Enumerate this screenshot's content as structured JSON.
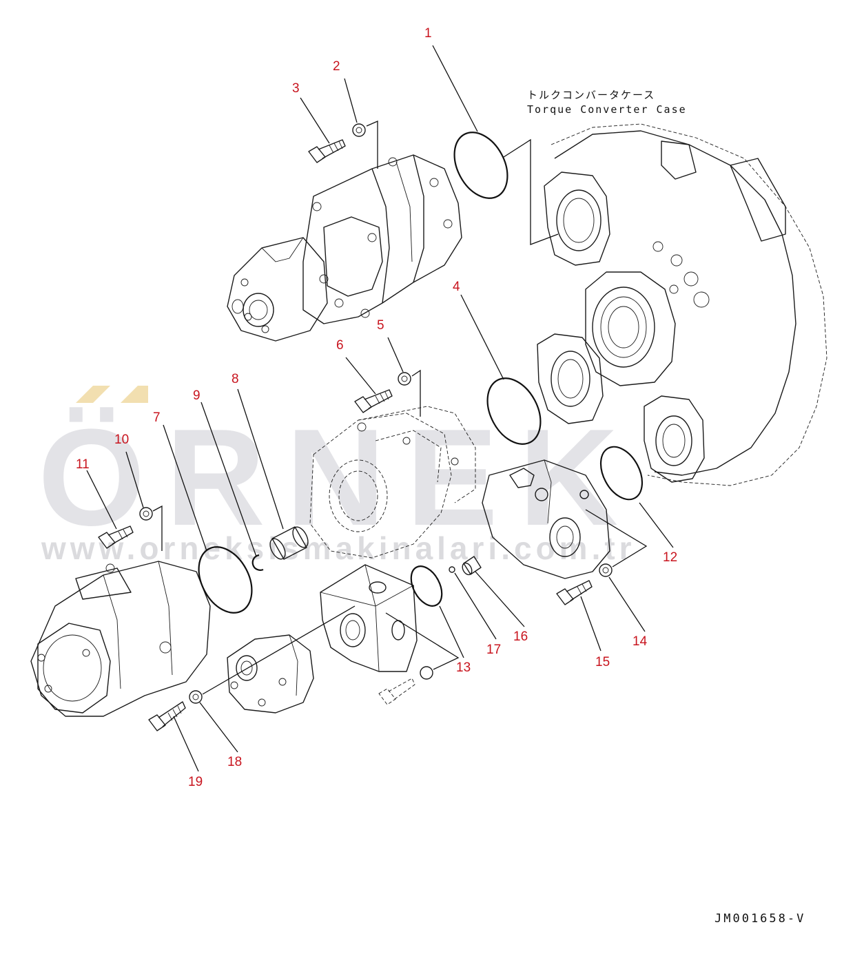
{
  "caption": {
    "japanese": "トルクコンバータケース",
    "english": "Torque Converter Case"
  },
  "document_id": "JM001658-V",
  "watermark": {
    "logo": "ÖRNEK",
    "url": "www.orneksismakinalari.com.tr"
  },
  "colors": {
    "callout": "#c8141e",
    "line": "#1a1a1a",
    "watermark": "#d2d2d8",
    "watermark_accent": "#f2dfb0"
  },
  "callouts": [
    {
      "id": "1",
      "label": "1"
    },
    {
      "id": "2",
      "label": "2"
    },
    {
      "id": "3",
      "label": "3"
    },
    {
      "id": "4",
      "label": "4"
    },
    {
      "id": "5",
      "label": "5"
    },
    {
      "id": "6",
      "label": "6"
    },
    {
      "id": "7",
      "label": "7"
    },
    {
      "id": "8",
      "label": "8"
    },
    {
      "id": "9",
      "label": "9"
    },
    {
      "id": "10",
      "label": "10"
    },
    {
      "id": "11",
      "label": "11"
    },
    {
      "id": "12",
      "label": "12"
    },
    {
      "id": "13",
      "label": "13"
    },
    {
      "id": "14",
      "label": "14"
    },
    {
      "id": "15",
      "label": "15"
    },
    {
      "id": "16",
      "label": "16"
    },
    {
      "id": "17",
      "label": "17"
    },
    {
      "id": "18",
      "label": "18"
    },
    {
      "id": "19",
      "label": "19"
    }
  ]
}
